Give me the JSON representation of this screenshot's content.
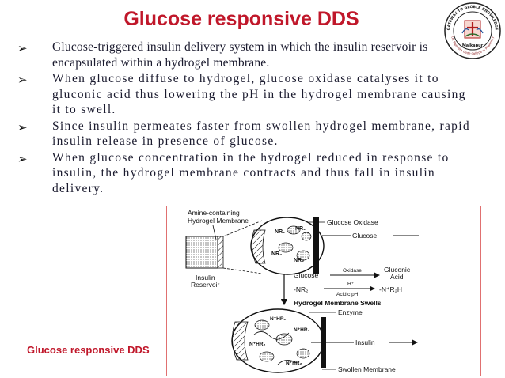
{
  "slide": {
    "title": "Glucose responsive DDS",
    "footer": "Glucose responsive DDS",
    "bullets": [
      "Glucose-triggered insulin delivery system in which the  insulin reservoir is encapsulated within a hydrogel  membrane.",
      "When glucose diffuse to hydrogel, glucose oxidase catalyses it to gluconic acid thus lowering the pH in the hydrogel membrane causing it to swell.",
      "Since insulin permeates faster from swollen hydrogel membrane, rapid insulin release in presence of glucose.",
      "When glucose concentration in the hydrogel reduced in response to insulin, the hydrogel membrane contracts and thus fall in insulin delivery."
    ],
    "bullet_icon": "arrow-bullet-icon",
    "accent_color": "#c0172a"
  },
  "logo": {
    "ring_text_top": "GATEWAY TO GLOBLE KNOWLEDGE",
    "ring_text_bottom": "Dr. Rajendra Gode College of Pharmacy",
    "city": "Malkapur",
    "icon": "college-emblem-icon"
  },
  "figure": {
    "labels": {
      "amine": "Amine-containing",
      "hydrogel_membrane": "Hydrogel Membrane",
      "insulin_reservoir_1": "Insulin",
      "insulin_reservoir_2": "Reservoir",
      "glucose_oxidase": "Glucose Oxidase",
      "glucose_in": "Glucose",
      "reaction_glucose": "Glucose",
      "oxidase": "Oxidase",
      "gluconic_1": "Gluconic",
      "gluconic_2": "Acid",
      "nr2_left": "-NR₂",
      "hplus": "H⁺",
      "acidic_ph": "Acidic pH",
      "nr2h_right": "-N⁺R₂H",
      "swells": "Hydrogel Membrane Swells",
      "enzyme": "Enzyme",
      "insulin_out": "Insulin",
      "swollen": "Swollen Membrane",
      "nr2_mark": "NR₂",
      "nhr2_mark": "N⁺HR₂"
    }
  }
}
